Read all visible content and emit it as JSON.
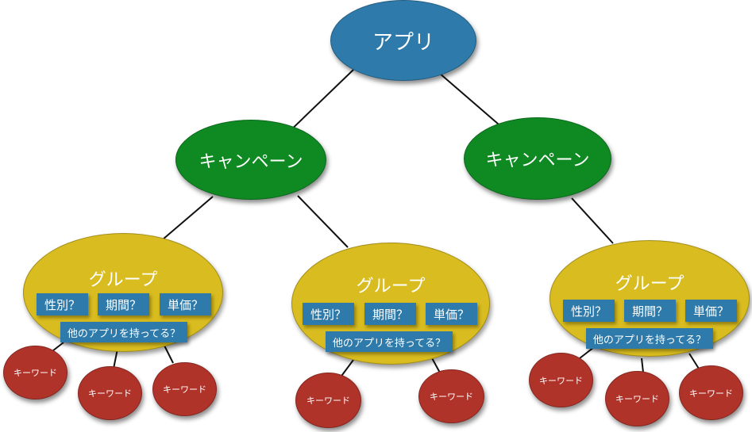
{
  "app": {
    "label": "アプリ"
  },
  "campaigns": [
    {
      "label": "キャンペーン"
    },
    {
      "label": "キャンペーン"
    }
  ],
  "groups": [
    {
      "title": "グループ",
      "tags": [
        "性別？",
        "期間？",
        "単価？"
      ],
      "question": "他のアプリを持ってる？",
      "keywords": [
        "キーワード",
        "キーワード",
        "キーワード"
      ]
    },
    {
      "title": "グループ",
      "tags": [
        "性別？",
        "期間？",
        "単価？"
      ],
      "question": "他のアプリを持ってる？",
      "keywords": [
        "キーワード",
        "キーワード"
      ]
    },
    {
      "title": "グループ",
      "tags": [
        "性別？",
        "期間？",
        "単価？"
      ],
      "question": "他のアプリを持ってる？",
      "keywords": [
        "キーワード",
        "キーワード",
        "キーワード"
      ]
    }
  ],
  "colors": {
    "app": "#2e7bab",
    "campaign": "#0f8a23",
    "group": "#d9bc1f",
    "tag": "#2e7bab",
    "keyword": "#b0332a",
    "edge": "#111111"
  }
}
